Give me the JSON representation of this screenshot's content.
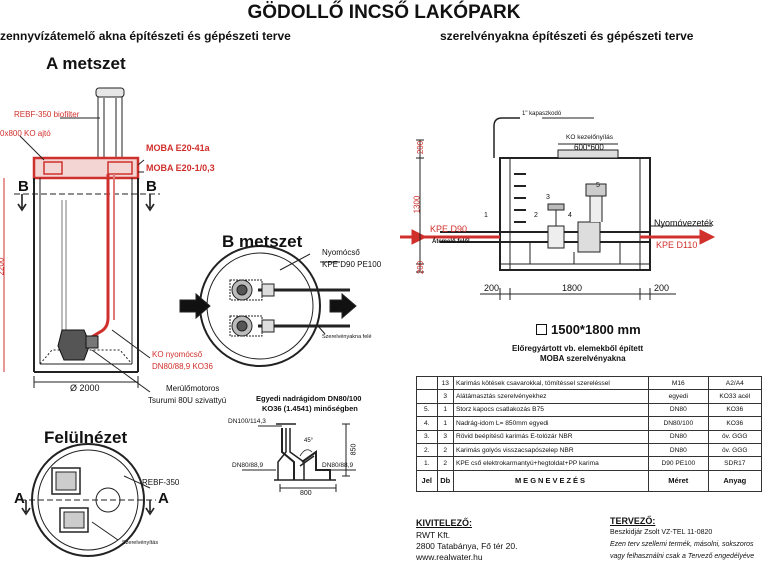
{
  "title": "GÖDOLLŐ INCSŐ LAKÓPARK",
  "left_subtitle": "zennyvízátemelő akna építészeti és gépészeti terve",
  "right_subtitle": "szerelvényakna építészeti és gépészeti terve",
  "section_a": {
    "heading": "A metszet",
    "biofilter": "REBF-350 biofilter",
    "door": "0x800 KO ajtó",
    "moba1": "MOBA E20-41a",
    "moba2": "MOBA E20-1/0,3",
    "b_mark": "B",
    "diameter": "Ø 2000",
    "depth": "2200",
    "pressure_pipe": "KO nyomócső",
    "pressure_spec": "DN80/88,9 KO36",
    "pump1": "Merülőmotoros",
    "pump2": "Tsurumi 80U szivattyú"
  },
  "section_b": {
    "heading": "B metszet",
    "pipe_label": "Nyomócső",
    "pipe_spec": "KPE D90 PE100",
    "fitting": "Szerelvényakna felé"
  },
  "plan_view": {
    "heading": "Felülnézet",
    "rebf": "REBF-350",
    "fitting": "Szerelvényítás",
    "a_mark": "A"
  },
  "trouser": {
    "heading1": "Egyedi nadrágidom DN80/100",
    "heading2": "KO36 (1.4541) minőségben",
    "dn100": "DN100/114,3",
    "dn80_left": "DN80/88,9",
    "dn80_right": "DN80/88,9",
    "angle": "45°",
    "height": "850",
    "width": "800"
  },
  "valve_pit": {
    "step_iron": "1\" kapaszkodó",
    "hatch": "KO kezelőnyílás",
    "hatch_size": "600*600",
    "dim_200_top": "200",
    "dim_1300": "1300",
    "dim_200_bottom": "200",
    "kpe_in": "KPE D90",
    "lifter": "Átemelő felől",
    "outlet": "Nyomóvezeték",
    "kpe_out": "KPE D110",
    "width_200_left": "200",
    "width_1800": "1800",
    "width_200_right": "200",
    "item_numbers": [
      "1",
      "2",
      "3",
      "4",
      "5"
    ],
    "size": "1500*1800 mm",
    "desc1": "Előregyártott vb. elemekből épített",
    "desc2": "MOBA szerelvényakna"
  },
  "parts_table": {
    "rows": [
      {
        "jel": "",
        "db": "13",
        "name": "Karimás kötések csavarokkal, tömítéssel szereléssel",
        "size": "M16",
        "mat": "A2/A4"
      },
      {
        "jel": "",
        "db": "3",
        "name": "Alátámasztás szerelvényekhez",
        "size": "egyedi",
        "mat": "KO33 acél"
      },
      {
        "jel": "5.",
        "db": "1",
        "name": "Storz kapocs csatlakozás           B75",
        "size": "DN80",
        "mat": "KO36"
      },
      {
        "jel": "4.",
        "db": "1",
        "name": "Nadrág-idom     L= 850mm          egyedi",
        "size": "DN80/100",
        "mat": "KO36"
      },
      {
        "jel": "3.",
        "db": "3",
        "name": "Rövid beépítésű karimás E-tolózár  NBR",
        "size": "DN80",
        "mat": "öv. GGG"
      },
      {
        "jel": "2.",
        "db": "2",
        "name": "Karimás golyós visszacsapószelep  NBR",
        "size": "DN80",
        "mat": "öv. GGG"
      },
      {
        "jel": "1.",
        "db": "2",
        "name": "KPE cső elektrokarmantyú+hegtoldat+PP karima",
        "size": "D90 PE100",
        "mat": "SDR17"
      }
    ],
    "header": {
      "jel": "Jel",
      "db": "Db",
      "name": "MEGNEVEZÉS",
      "size": "Méret",
      "mat": "Anyag"
    }
  },
  "contractor": {
    "label": "KIVITELEZŐ:",
    "name": "RWT Kft.",
    "address": "2800 Tatabánya, Fő tér 20.",
    "web": "www.realwater.hu"
  },
  "designer": {
    "label": "TERVEZŐ:",
    "name": "Beszkidjár Zsolt VZ-TEL 11-0820",
    "note1": "Ezen terv szellemi termék, másolni, sokszoros",
    "note2": "vagy felhasználni csak a Tervező engedélyéve"
  },
  "colors": {
    "accent_red": "#d0302c",
    "ink": "#111111"
  }
}
